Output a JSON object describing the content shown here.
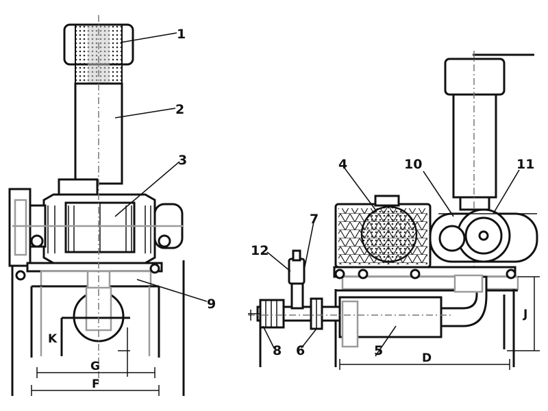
{
  "callouts": {
    "c1": "1",
    "c2": "2",
    "c3": "3",
    "c4": "4",
    "c5": "5",
    "c6": "6",
    "c7": "7",
    "c8": "8",
    "c9": "9",
    "c10": "10",
    "c11": "11",
    "c12": "12"
  },
  "dimensions": {
    "F": "F",
    "G": "G",
    "K": "K",
    "D": "D",
    "J": "J"
  },
  "colors": {
    "line": "#111111",
    "hidden": "#9a9a9a",
    "background": "#ffffff"
  }
}
